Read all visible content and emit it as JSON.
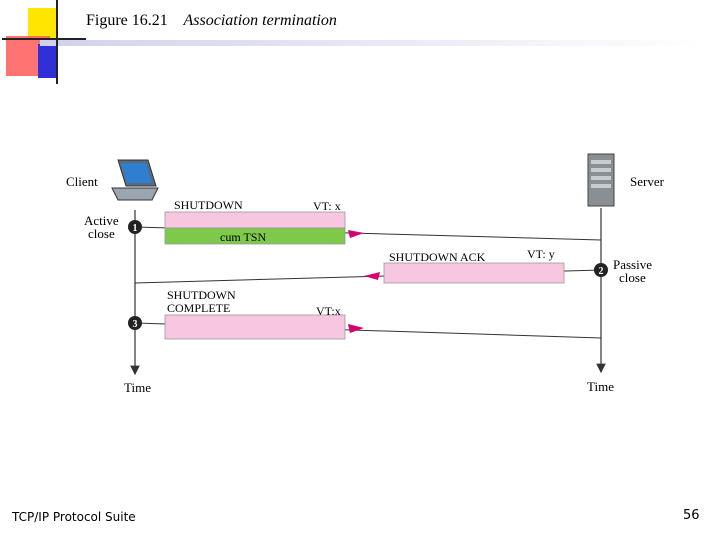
{
  "slide": {
    "figure_number": "Figure 16.21",
    "figure_title": "Association termination",
    "footer_left": "TCP/IP Protocol Suite",
    "page_number": "56"
  },
  "diagram": {
    "client_label": "Client",
    "server_label": "Server",
    "active_close_line1": "Active",
    "active_close_line2": "close",
    "passive_close_line1": "Passive",
    "passive_close_line2": "close",
    "time_left": "Time",
    "time_right": "Time",
    "step1": "1",
    "step2": "2",
    "step3": "3",
    "shutdown": "SHUTDOWN",
    "shutdown_vt": "VT: x",
    "cum_tsn": "cum TSN",
    "shutdown_ack": "SHUTDOWN ACK",
    "shutdown_ack_vt": "VT: y",
    "shutdown_complete_line1": "SHUTDOWN",
    "shutdown_complete_line2": "COMPLETE",
    "shutdown_complete_vt": "VT:x",
    "colors": {
      "chunk_pink": "#f7c6e1",
      "cum_tsn_green": "#7ec84a",
      "arrow_magenta": "#d6006e",
      "deco_yellow": "#ffe600",
      "deco_red": "#ff4a4a",
      "deco_blue": "#2b2bd6"
    }
  }
}
